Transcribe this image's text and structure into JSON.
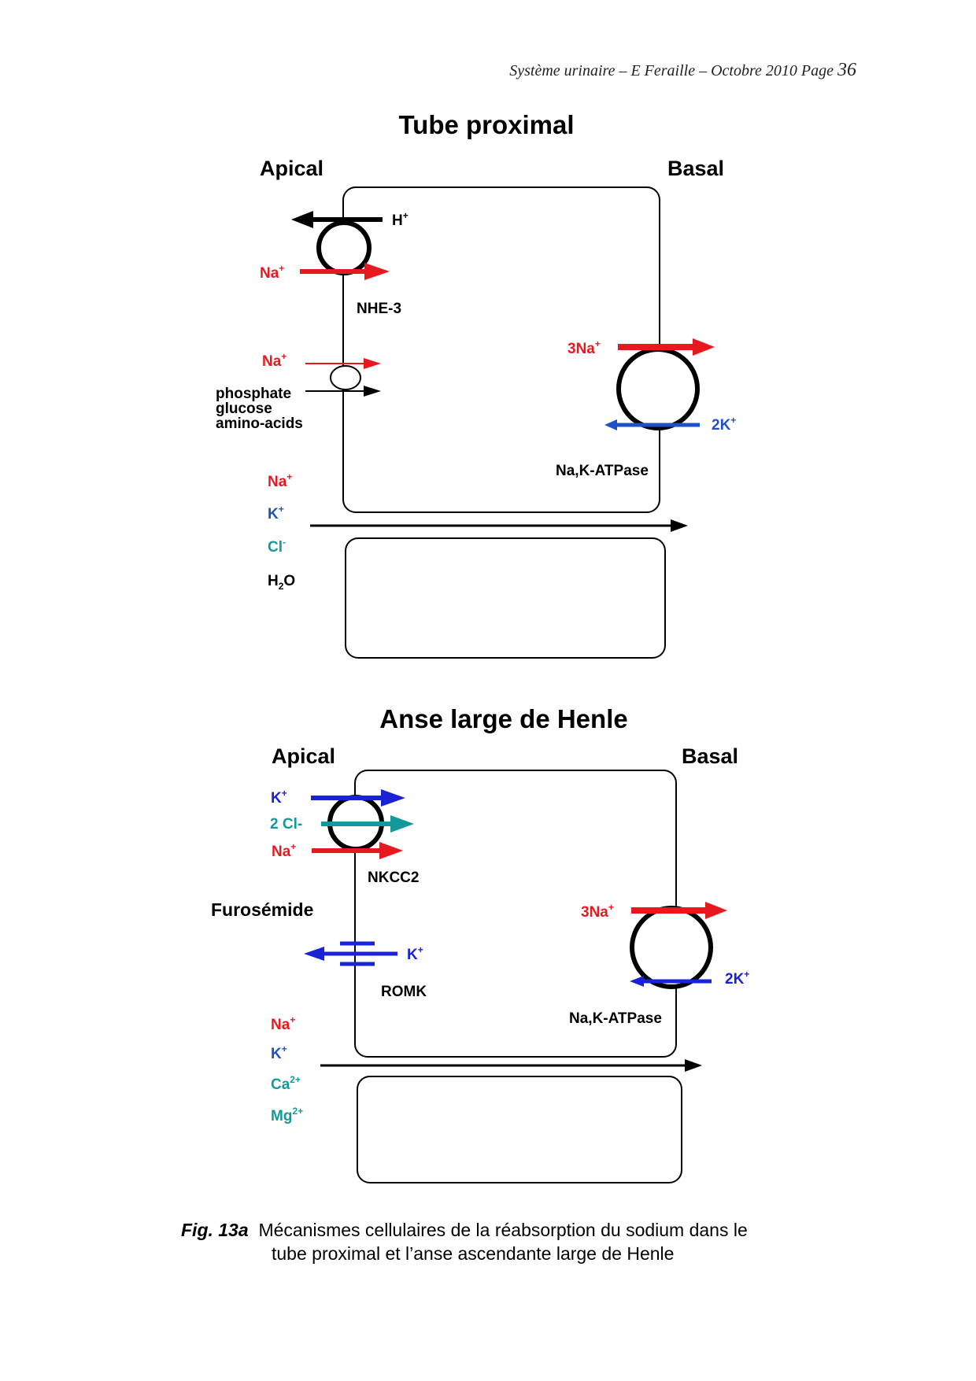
{
  "header": {
    "running_head": "Système urinaire – E Feraille – Octobre 2010  Page",
    "page_number": "36"
  },
  "diagram1": {
    "title": "Tube proximal",
    "apical": "Apical",
    "basal": "Basal",
    "h": "H",
    "na": "Na",
    "nhe3": "NHE-3",
    "substrates": [
      "phosphate",
      "glucose",
      "amino-acids"
    ],
    "pump_na": "3Na",
    "pump_k": "2K",
    "pump_name": "Na,K-ATPase",
    "para_na": "Na",
    "para_k": "K",
    "para_cl": "Cl",
    "para_h2o_h": "H",
    "para_h2o_2": "2",
    "para_h2o_o": "O"
  },
  "diagram2": {
    "title": "Anse large de Henle",
    "apical": "Apical",
    "basal": "Basal",
    "k": "K",
    "cl": "2 Cl-",
    "na": "Na",
    "nkcc2": "NKCC2",
    "furosemide": "Furosémide",
    "romk_k": "K",
    "romk": "ROMK",
    "pump_na": "3Na",
    "pump_k": "2K",
    "pump_name": "Na,K-ATPase",
    "para_na": "Na",
    "para_k": "K",
    "para_ca": "Ca",
    "para_mg": "Mg"
  },
  "superscripts": {
    "plus": "+",
    "minus": "-",
    "two_plus": "2+"
  },
  "caption": {
    "fig": "Fig. 13a",
    "line1": "Mécanismes cellulaires de la réabsorption du sodium dans le",
    "line2": "tube proximal et l’anse ascendante large de Henle"
  },
  "colors": {
    "sodium": "#e8191e",
    "potassium": "#1f50c8",
    "nkcc_potassium": "#1a22d6",
    "chloride": "#14999a",
    "neutral": "#000000"
  }
}
